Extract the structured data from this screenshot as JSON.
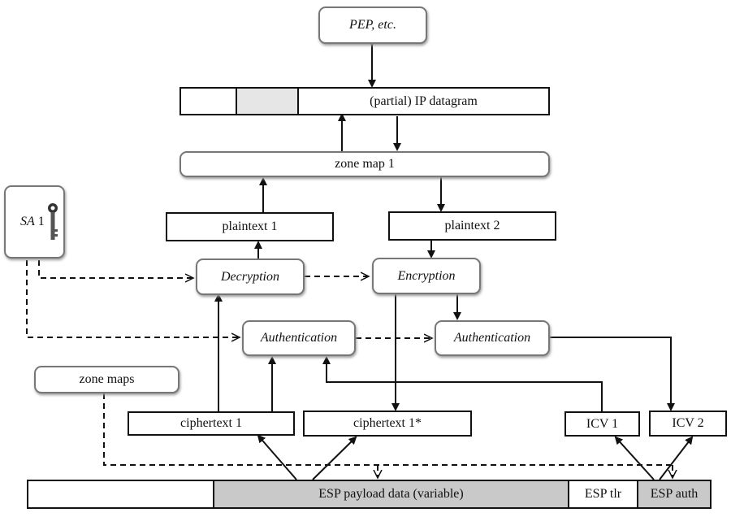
{
  "pep": {
    "label": "PEP, etc."
  },
  "ip_datagram": {
    "label": "(partial) IP datagram"
  },
  "zone_map_1": {
    "label": "zone map 1"
  },
  "plaintext_1": {
    "label": "plaintext 1"
  },
  "plaintext_2": {
    "label": "plaintext 2"
  },
  "sa": {
    "label_italic": "SA",
    "label_number": " 1"
  },
  "decryption": {
    "label": "Decryption"
  },
  "encryption": {
    "label": "Encryption"
  },
  "authentication_left": {
    "label": "Authentication"
  },
  "authentication_right": {
    "label": "Authentication"
  },
  "zone_maps": {
    "label": "zone maps"
  },
  "ciphertext_1": {
    "label": "ciphertext 1"
  },
  "ciphertext_1_star": {
    "label": "ciphertext 1*"
  },
  "icv_1": {
    "label": "ICV 1"
  },
  "icv_2": {
    "label": "ICV 2"
  },
  "esp_packet": {
    "payload": "ESP payload data (variable)",
    "trailer": "ESP tlr",
    "auth": "ESP auth"
  }
}
